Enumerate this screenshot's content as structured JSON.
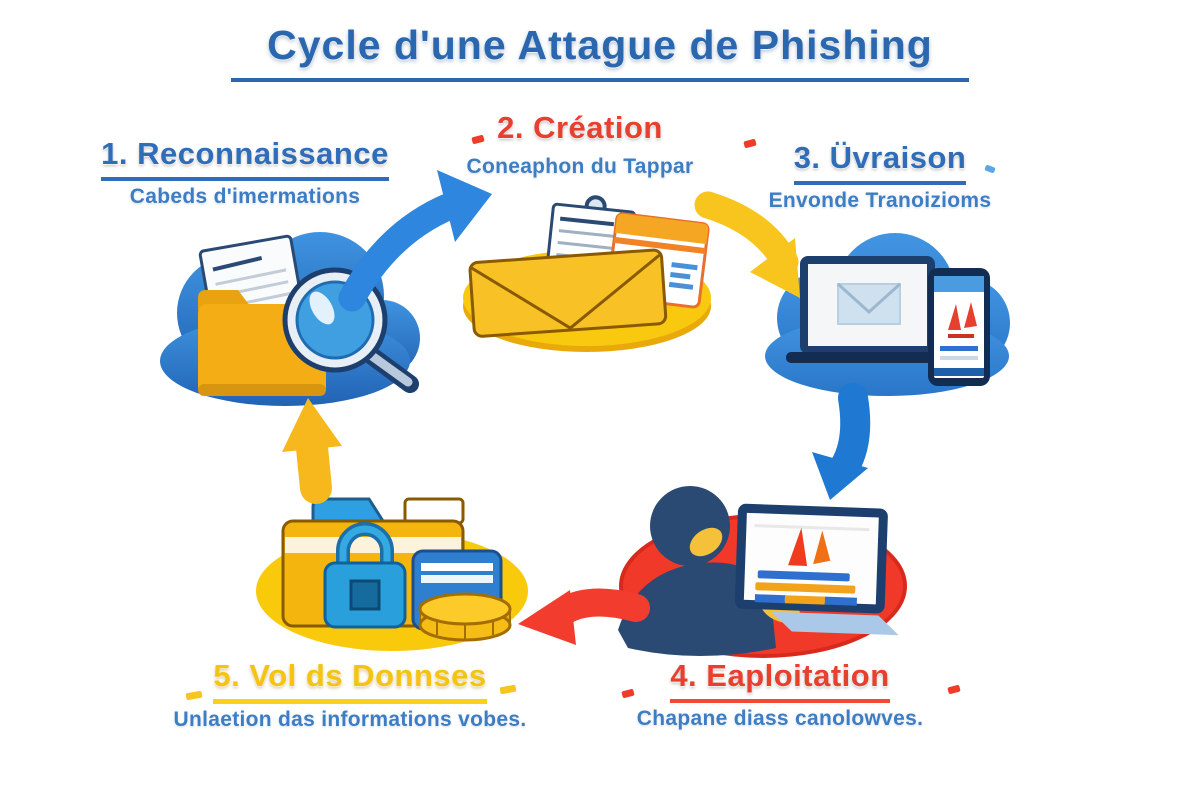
{
  "title": {
    "text": "Cycle d'une Attague de Phishing"
  },
  "stages": [
    {
      "label": "1. Reconnaissance",
      "subtitle": "Cabeds d'imermations",
      "color": "#2f6db8",
      "icon": "magnifier-folder-cloud"
    },
    {
      "label": "2. Création",
      "subtitle": "Coneaphon du Tappar",
      "color": "#e8402f",
      "icon": "envelope-documents"
    },
    {
      "label": "3. Üvraison",
      "subtitle": "Envonde Tranoizioms",
      "color": "#2f6db8",
      "icon": "cloud-laptop-phone"
    },
    {
      "label": "4. Eaploitation",
      "subtitle": "Chapane diass canolowves.",
      "color": "#e8402f",
      "icon": "hacker-laptop"
    },
    {
      "label": "5. Vol ds Donnses",
      "subtitle": "Unlaetion das informations vobes.",
      "color": "#f5c413",
      "icon": "folder-lock-wallet-coins"
    }
  ],
  "arrows": [
    {
      "from": "1",
      "to": "2",
      "direction": "up-right",
      "color": "#2e86de"
    },
    {
      "from": "2",
      "to": "3",
      "direction": "down-right",
      "color": "#f7c51e"
    },
    {
      "from": "3",
      "to": "4",
      "direction": "down",
      "color": "#1f78d1"
    },
    {
      "from": "4",
      "to": "5",
      "direction": "left",
      "color": "#f23d2e"
    },
    {
      "from": "5",
      "to": "1",
      "direction": "up",
      "color": "#f7b81e"
    }
  ],
  "palette": {
    "title_blue": "#2a67ae",
    "subtitle_blue": "#3d7dc4",
    "cloud_blue": "#2f86d6",
    "navy": "#1c3f6e",
    "folder_yellow": "#f4ad14",
    "base_yellow": "#f9c612",
    "blob_red": "#f1392a",
    "warning_red": "#e8402f",
    "accent_orange": "#f2a21b"
  }
}
